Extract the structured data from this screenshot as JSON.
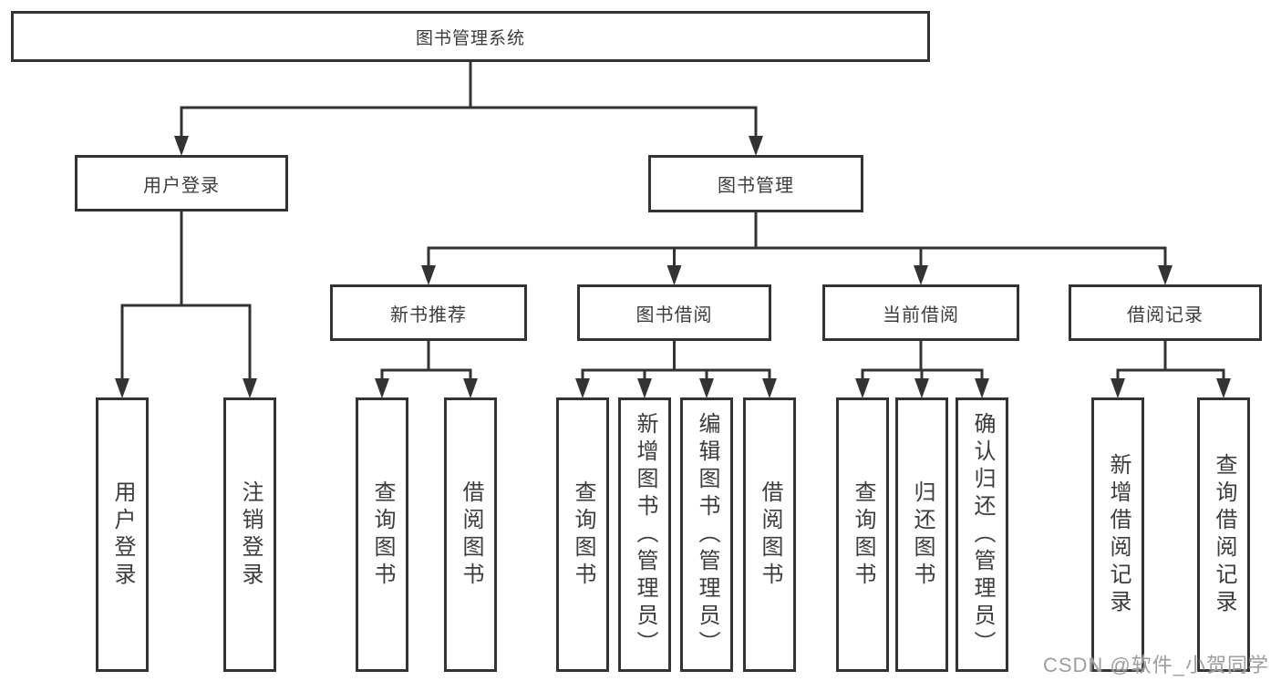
{
  "diagram": {
    "nodes": {
      "root": {
        "label": "图书管理系统"
      },
      "user_login": {
        "label": "用户登录"
      },
      "book_mgmt": {
        "label": "图书管理"
      },
      "new_book_rec": {
        "label": "新书推荐"
      },
      "book_borrow": {
        "label": "图书借阅"
      },
      "current_borrow": {
        "label": "当前借阅"
      },
      "borrow_records": {
        "label": "借阅记录"
      },
      "leaf_user_login": {
        "label": "用户登录"
      },
      "leaf_logout": {
        "label": "注销登录"
      },
      "leaf_rec_query": {
        "label": "查询图书"
      },
      "leaf_rec_borrow": {
        "label": "借阅图书"
      },
      "leaf_bb_query": {
        "label": "查询图书"
      },
      "leaf_bb_add": {
        "label": "新增图书（管理员）"
      },
      "leaf_bb_edit": {
        "label": "编辑图书（管理员）"
      },
      "leaf_bb_borrow": {
        "label": "借阅图书"
      },
      "leaf_cb_query": {
        "label": "查询图书"
      },
      "leaf_cb_return": {
        "label": "归还图书"
      },
      "leaf_cb_confirm": {
        "label": "确认归还（管理员）"
      },
      "leaf_br_add": {
        "label": "新增借阅记录"
      },
      "leaf_br_query": {
        "label": "查询借阅记录"
      }
    },
    "edges": [
      {
        "from": "root",
        "to": [
          "user_login",
          "book_mgmt"
        ]
      },
      {
        "from": "user_login",
        "to": [
          "leaf_user_login",
          "leaf_logout"
        ]
      },
      {
        "from": "book_mgmt",
        "to": [
          "new_book_rec",
          "book_borrow",
          "current_borrow",
          "borrow_records"
        ]
      },
      {
        "from": "new_book_rec",
        "to": [
          "leaf_rec_query",
          "leaf_rec_borrow"
        ]
      },
      {
        "from": "book_borrow",
        "to": [
          "leaf_bb_query",
          "leaf_bb_add",
          "leaf_bb_edit",
          "leaf_bb_borrow"
        ]
      },
      {
        "from": "current_borrow",
        "to": [
          "leaf_cb_query",
          "leaf_cb_return",
          "leaf_cb_confirm"
        ]
      },
      {
        "from": "borrow_records",
        "to": [
          "leaf_br_add",
          "leaf_br_query"
        ]
      }
    ]
  },
  "colors": {
    "line": "#333333",
    "box_border": "#333333",
    "text": "#3c3c3c",
    "watermark": "#9e9e9e"
  },
  "watermark": {
    "text": "CSDN @软件_小贺同学"
  }
}
